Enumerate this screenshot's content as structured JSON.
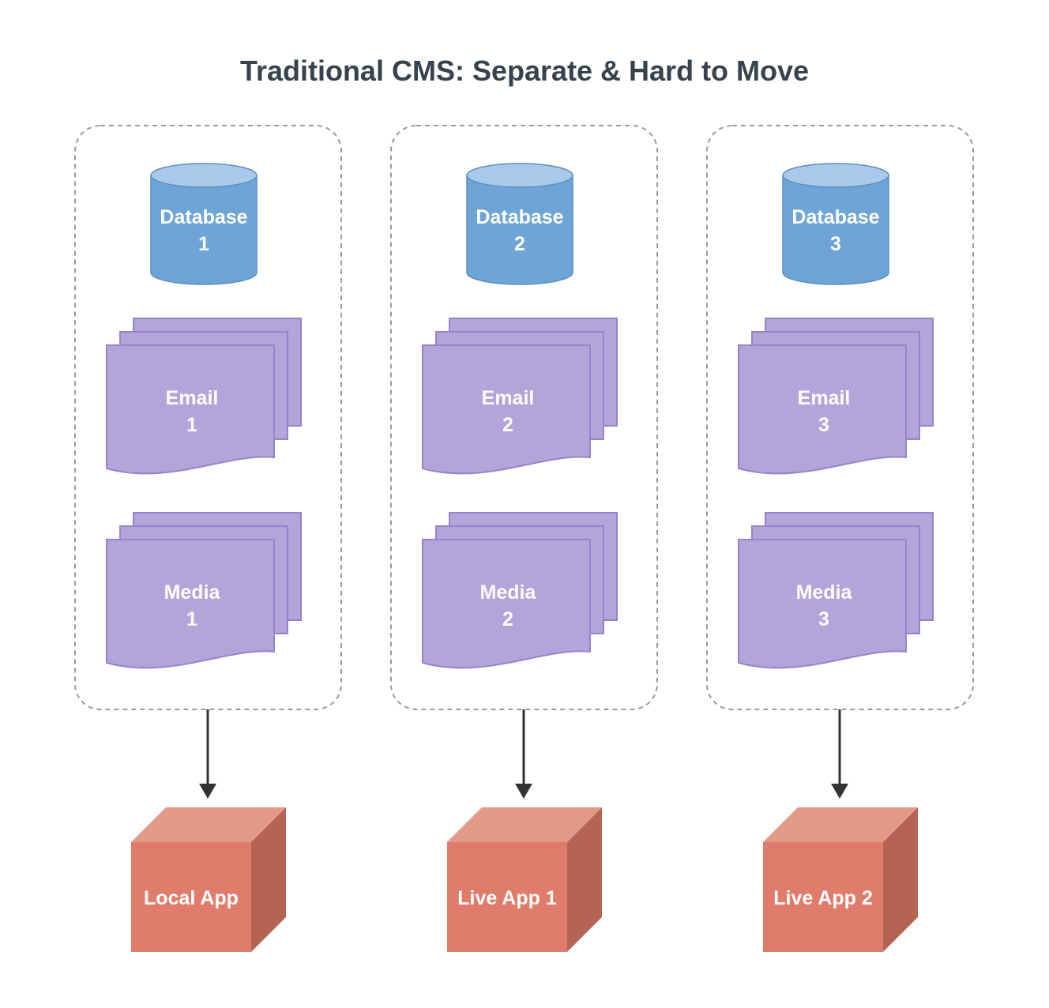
{
  "title": "Traditional CMS: Separate & Hard to Move",
  "colors": {
    "title": "#36424d",
    "container_border": "#9a9a9a",
    "database_fill": "#6fa5d6",
    "database_top": "#a9c9ea",
    "database_stroke": "#5b8fc0",
    "document_fill": "#b3a5da",
    "document_stroke": "#9584c8",
    "cube_front": "#df7c6b",
    "cube_top": "#e39a88",
    "cube_side": "#b56453",
    "arrow": "#333333",
    "label": "#ffffff"
  },
  "icons": {
    "database": "database-cylinder-icon",
    "document": "document-stack-icon",
    "app": "cube-icon",
    "arrow": "arrow-down-icon"
  },
  "columns": [
    {
      "database": {
        "line1": "Database",
        "line2": "1"
      },
      "email": {
        "line1": "Email",
        "line2": "1"
      },
      "media": {
        "line1": "Media",
        "line2": "1"
      },
      "app": "Local App"
    },
    {
      "database": {
        "line1": "Database",
        "line2": "2"
      },
      "email": {
        "line1": "Email",
        "line2": "2"
      },
      "media": {
        "line1": "Media",
        "line2": "2"
      },
      "app": "Live App 1"
    },
    {
      "database": {
        "line1": "Database",
        "line2": "3"
      },
      "email": {
        "line1": "Email",
        "line2": "3"
      },
      "media": {
        "line1": "Media",
        "line2": "3"
      },
      "app": "Live App 2"
    }
  ]
}
